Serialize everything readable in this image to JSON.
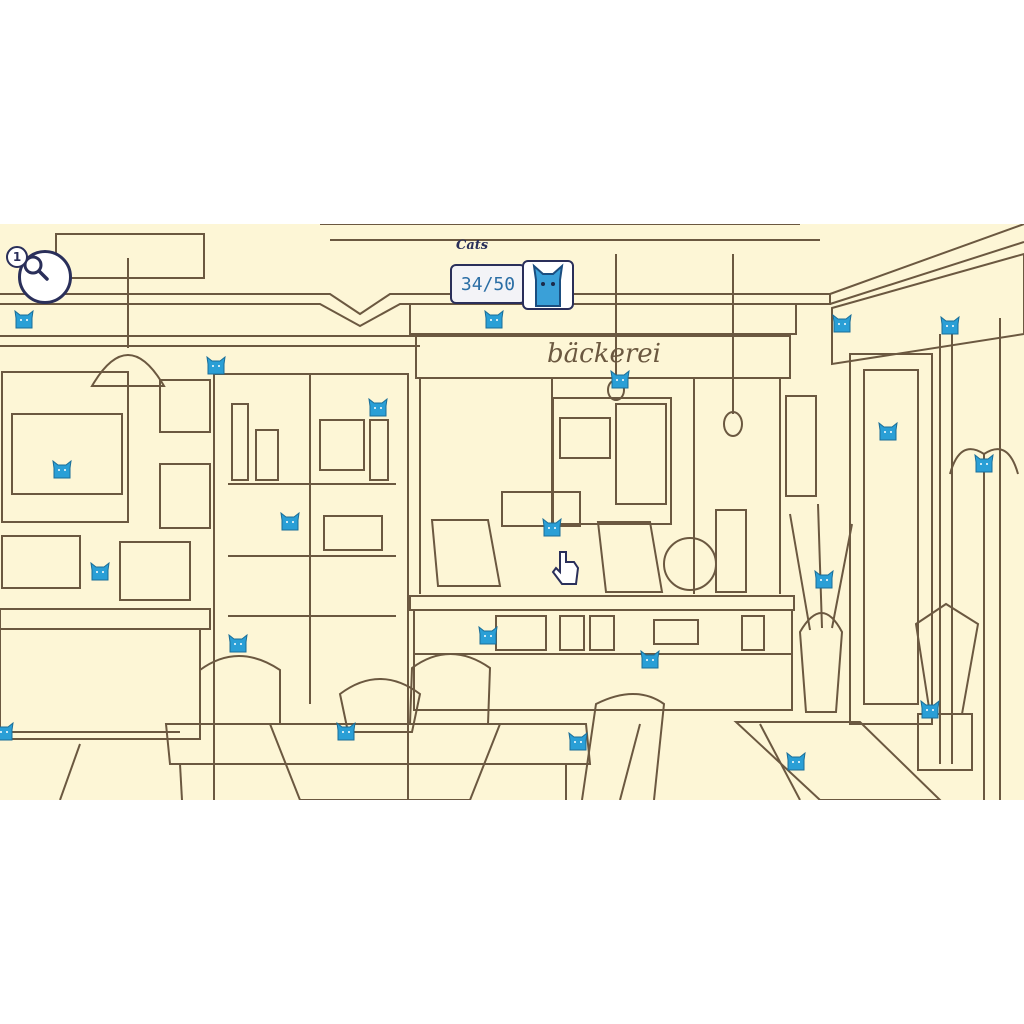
{
  "hud": {
    "hint_count": "1",
    "counter_label": "Cats",
    "counter_value": "34/50"
  },
  "scene": {
    "shop_sign": "bäckerei"
  },
  "icons": {
    "hint": "magnifier-icon",
    "cat": "cat-icon",
    "cursor": "pointer-hand-icon"
  },
  "colors": {
    "background": "#fdf6d6",
    "line": "#6b5840",
    "found_cat": "#2a9fd6",
    "ui_border": "#2a2f5a"
  }
}
